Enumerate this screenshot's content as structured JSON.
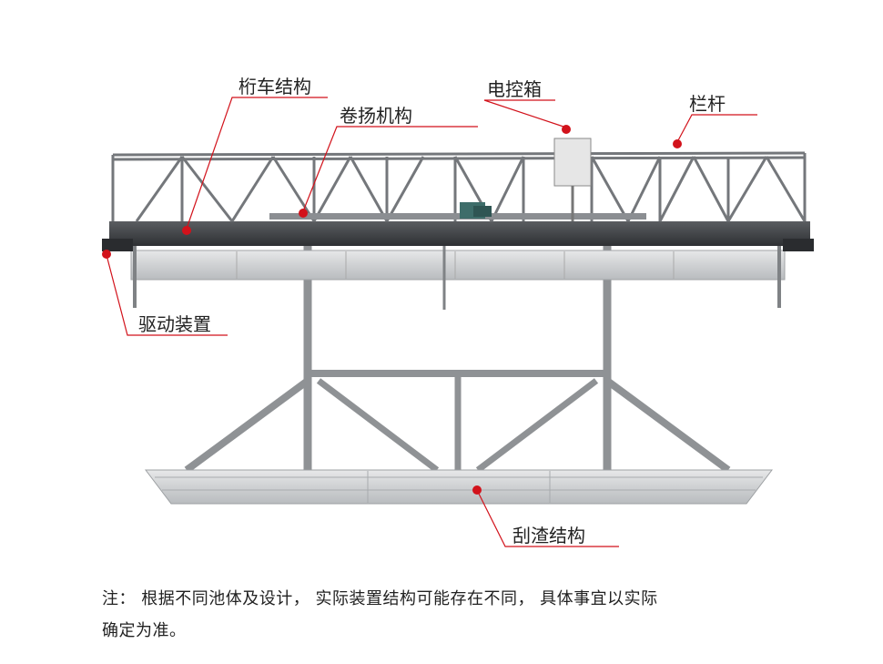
{
  "labels": {
    "truss_structure": "桁车结构",
    "winch_mechanism": "卷扬机构",
    "control_box": "电控箱",
    "railing": "栏杆",
    "drive_device": "驱动装置",
    "scraper_structure": "刮渣结构"
  },
  "note": {
    "line1": "注：  根据不同池体及设计，  实际装置结构可能存在不同，  具体事宜以实际",
    "line2": "确定为准。"
  },
  "colors": {
    "leader": "#d2121b",
    "steel_dark": "#3f4144",
    "steel_light": "#cfd1d3",
    "frame": "#8a8d90",
    "control_box": "#e6e6e6"
  }
}
